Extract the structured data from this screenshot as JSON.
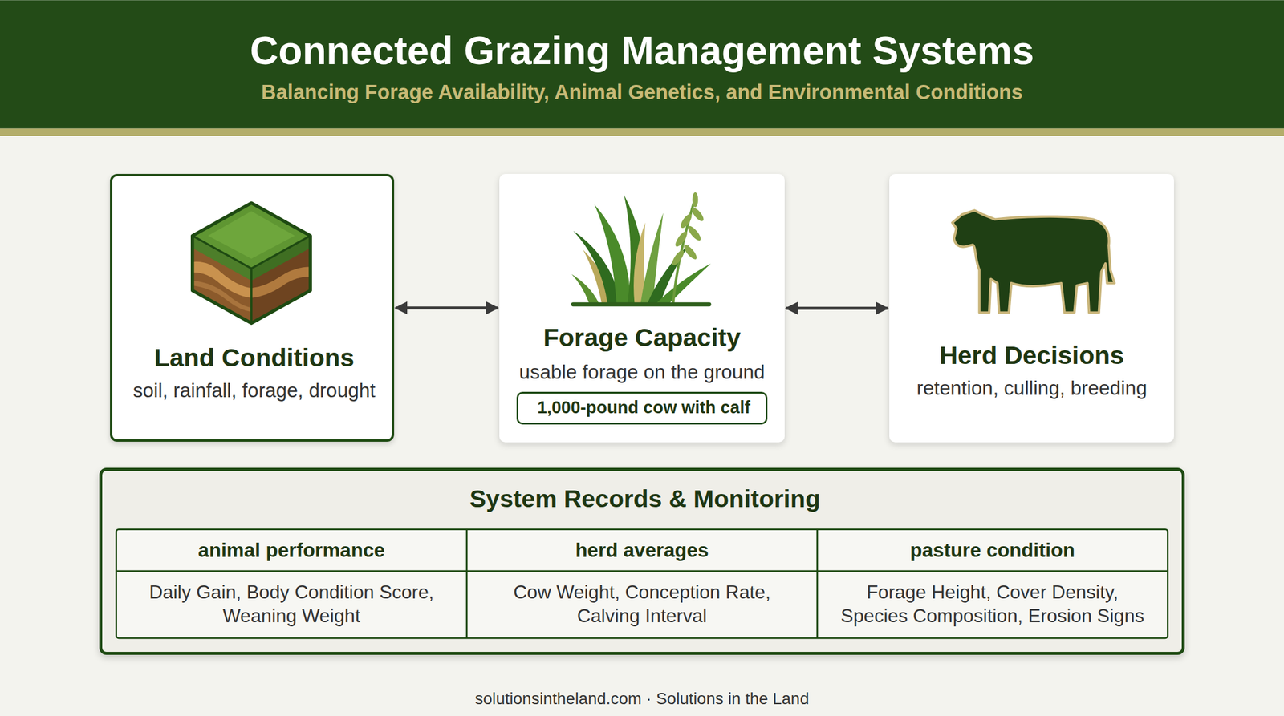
{
  "diagram": {
    "title": "Connected Grazing Management Systems",
    "caption": "solutionsintheland.com · Solutions in the Land",
    "nodes": [
      {
        "text": [
          "Land Conditions",
          "soil, rainfall, forage, drought"
        ]
      },
      {
        "text": [
          "Forage Capacity",
          "usable forage on the ground"
        ]
      },
      {
        "text": [
          "1,000-pound cow with calf"
        ],
        "in": 1
      },
      {
        "text": [
          "Herd Decisions",
          "retention, culling, breeding"
        ]
      },
      {
        "text": [
          "System Records & Monitoring"
        ]
      }
    ],
    "edges": [
      {
        "from": 0,
        "to": 1,
        "arrow": "both"
      },
      {
        "from": 1,
        "to": 3,
        "arrow": "both"
      }
    ],
    "labels": [
      "Balancing Forage Availability, Animal Genetics, and Environmental Conditions",
      "animal performance",
      "herd averages",
      "pasture condition",
      "Daily Gain, Body Condition Score, Weaning Weight",
      "Cow Weight, Conception Rate, Calving Interval",
      "Forage Height, Cover Density, Species Composition, Erosion Signs"
    ]
  }
}
